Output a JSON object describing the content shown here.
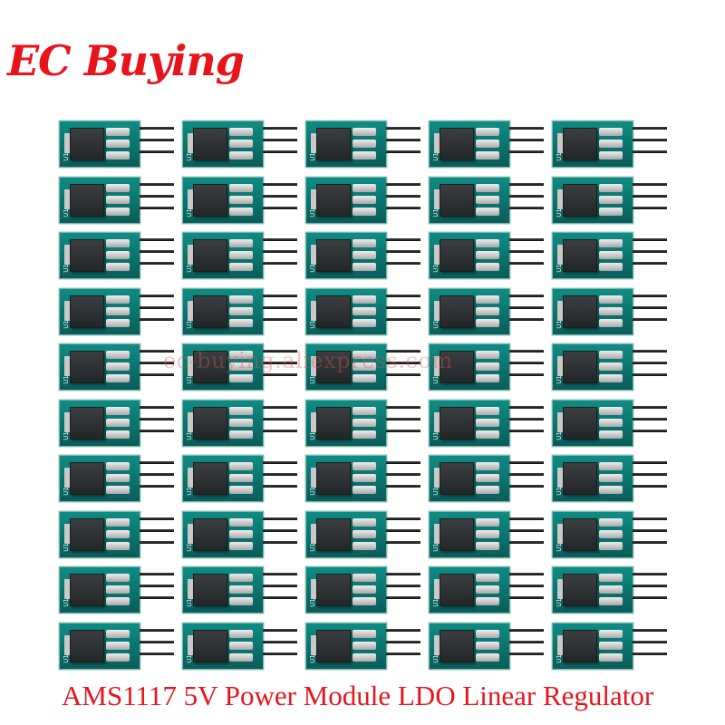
{
  "brand": {
    "name": "EC Buying"
  },
  "watermark": "ec-buying.aliexpress.com",
  "caption": "AMS1117 5V Power Module LDO Linear Regulator",
  "module_silkscreen": "U1",
  "colors": {
    "brand_red": "#e8141c",
    "pcb_green": "#0b6f6b",
    "pcb_edge": "#c7e5de",
    "regulator_black": "#2b2e30",
    "pin_black": "#1a1a1a"
  },
  "grid": {
    "rows": 10,
    "columns": 5
  }
}
